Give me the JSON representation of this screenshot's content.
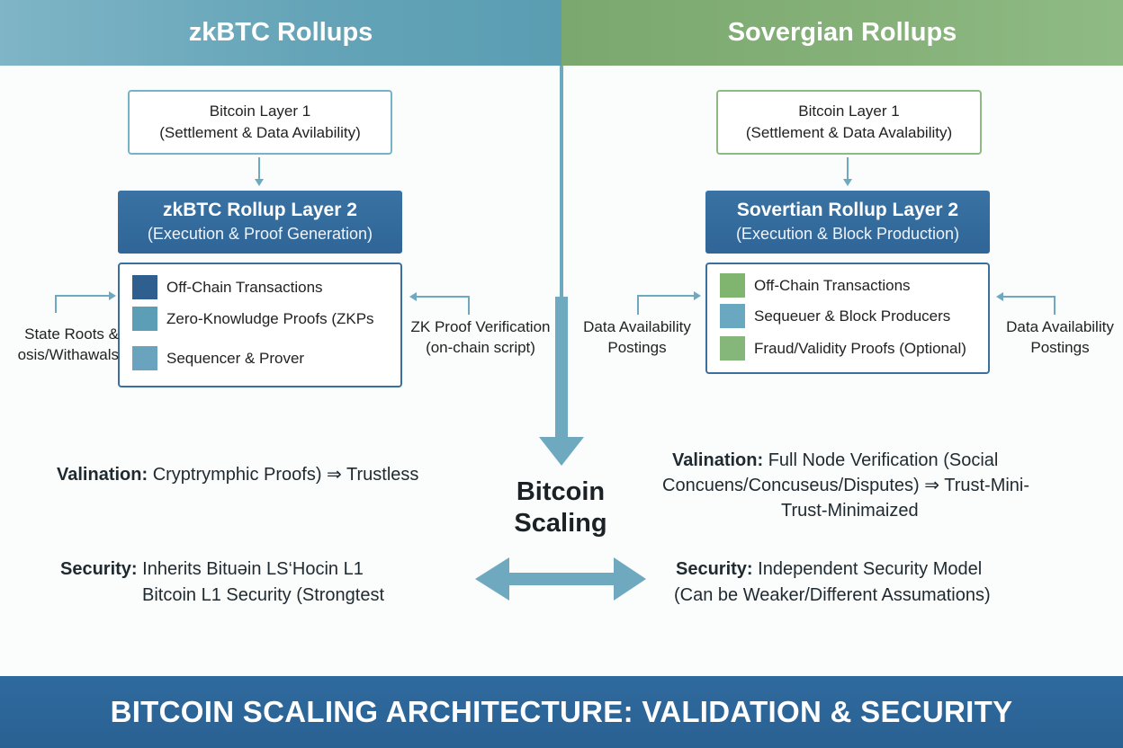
{
  "left": {
    "header": "zkBTC Rollups",
    "layer1": {
      "title": "Bitcoin Layer 1",
      "subtitle": "(Settlement & Data Avilability)"
    },
    "layer2": {
      "title": "zkBTC Rollup Layer 2",
      "subtitle": "(Execution & Proof Generation)"
    },
    "items": [
      {
        "label": "Off-Chain Transactions",
        "color": "#2e5f8e"
      },
      {
        "label": "Zero-Knowludge Proofs (ZKPs",
        "color": "#5d9eb7"
      },
      {
        "label": "Sequencer & Prover",
        "color": "#6aa3bd"
      }
    ],
    "side_left": {
      "line1": "State Roots &",
      "line2": "osis/Withawals"
    },
    "side_right": {
      "line1": "ZK Proof Verification",
      "line2": "(on-chain script)"
    },
    "validation": {
      "label": "Valination:",
      "text": "Cryptrymphic Proofs) ⇒ Trustless"
    },
    "security": {
      "label": "Security:",
      "line1": "Inherits Bituəin LS‘Hocin L1",
      "line2": "Bitcoin L1 Security (Strongtest"
    }
  },
  "right": {
    "header": "Sovergian Rollups",
    "layer1": {
      "title": "Bitcoin Layer 1",
      "subtitle": "(Settlement & Data Avalability)"
    },
    "layer2": {
      "title": "Sovertian Rollup Layer 2",
      "subtitle": "(Execution & Block Production)"
    },
    "items": [
      {
        "label": "Off-Chain Transactions",
        "color": "#7fb56e"
      },
      {
        "label": "Sequeuer & Block Producers",
        "color": "#6aa8c2"
      },
      {
        "label": "Fraud/Validity Proofs (Optional)",
        "color": "#86b77a"
      }
    ],
    "side_left": {
      "line1": "Data Availability",
      "line2": "Postings"
    },
    "side_right": {
      "line1": "Data Availability",
      "line2": "Postings"
    },
    "validation": {
      "label": "Valination:",
      "line1": "Full Node Verification (Social",
      "line2": "Concuens/Concuseus/Disputes) ⇒ Trust-Mini-",
      "line3": "Trust-Minimaized"
    },
    "security": {
      "label": "Security:",
      "line1": "Independent Security Model",
      "line2": "(Can be Weaker/Different Assumations)"
    }
  },
  "center": {
    "line1": "Bitcoin",
    "line2": "Scaling"
  },
  "footer": "BITCOIN SCALING ARCHITECTURE: VALIDATION & SECURITY",
  "colors": {
    "left_accent": "#65a4b8",
    "right_accent": "#86b27a",
    "layer2_blue": "#2f6597",
    "connector": "#6fa9bf"
  }
}
